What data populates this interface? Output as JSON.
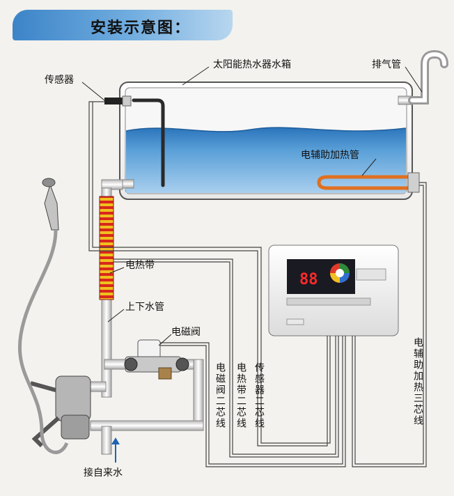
{
  "title": "安装示意图：",
  "labels": {
    "tank": "太阳能热水器水箱",
    "vent": "排气管",
    "sensor": "传感器",
    "heater_tube": "电辅助加热管",
    "heat_tape": "电热带",
    "riser_pipe": "上下水管",
    "solenoid": "电磁阀",
    "inlet": "接自来水"
  },
  "wire_labels": {
    "solenoid_wire": "电磁阀二芯线",
    "heat_tape_wire": "电热带二芯线",
    "sensor_wire": "传感器二芯线",
    "heater_wire": "电辅助加热三芯线"
  },
  "controller": {
    "display_value": "88"
  },
  "colors": {
    "title_blue": "#3c84c8",
    "water": "#2f7fc4",
    "heat_tape_red": "#d8281c",
    "heat_tape_yellow": "#f0c020",
    "heater_orange": "#e07020",
    "display_bg": "#1a1a22",
    "display_red": "#ff2a2a"
  }
}
